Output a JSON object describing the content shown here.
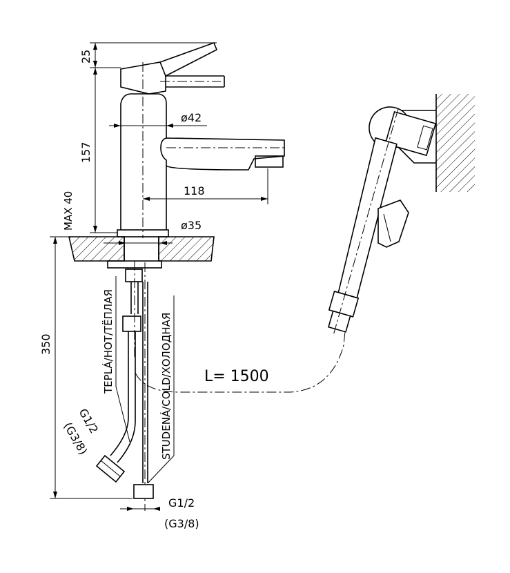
{
  "dimensions": {
    "top_handle_height": "25",
    "body_height": "157",
    "max_deck_thickness": "MAX 40",
    "body_diameter": "ø42",
    "spout_reach": "118",
    "base_diameter": "ø35",
    "overall_depth": "350"
  },
  "hoses": {
    "hot_label": "TEPLÁ/HOT/TЁПЛАЯ",
    "cold_label": "STUDENÁ/COLD/ХОЛОДНАЯ",
    "hot_thread": "G1/2",
    "hot_thread_alt": "(G3/8)",
    "cold_thread": "G1/2",
    "cold_thread_alt": "(G3/8)"
  },
  "shower_hose": {
    "length_label": "L= 1500"
  }
}
